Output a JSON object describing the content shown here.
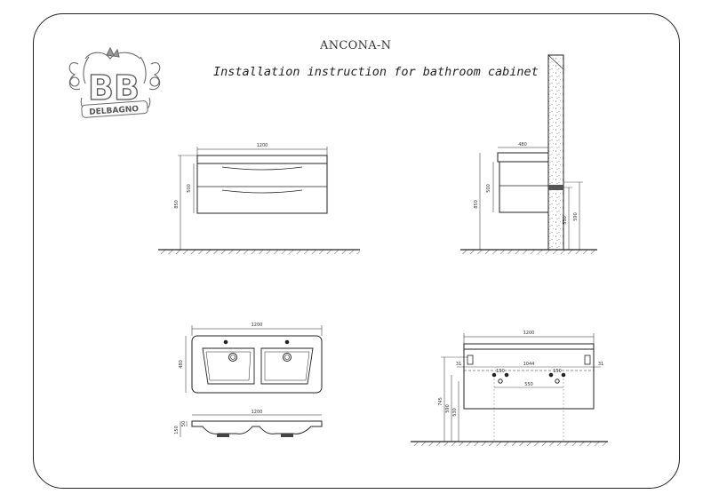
{
  "title": "ANCONA-N",
  "subtitle": "Installation instruction for bathroom cabinet",
  "logo": {
    "brand": "DELBAGNO",
    "monogram": "BB"
  },
  "front_view": {
    "width": "1200",
    "height_body": "500",
    "height_total": "850"
  },
  "side_view": {
    "depth": "480",
    "height_body": "500",
    "height_total": "850",
    "pipe_low": "530",
    "pipe_high": "590"
  },
  "basin_top": {
    "width": "1200",
    "depth": "480"
  },
  "basin_section": {
    "width": "1200",
    "h1": "50",
    "h2": "150"
  },
  "wall_plan": {
    "width": "1200",
    "edge_left": "31",
    "edge_right": "31",
    "offset_left": "150",
    "center_span": "1044",
    "offset_right": "150",
    "drain_span": "550",
    "h_total": "745",
    "h_mid": "590",
    "h_low": "530"
  },
  "watermark": "",
  "colors": {
    "line": "#222222",
    "dim": "#555555",
    "wall_hatch": "#999999",
    "logo": "#6b6b6b"
  }
}
